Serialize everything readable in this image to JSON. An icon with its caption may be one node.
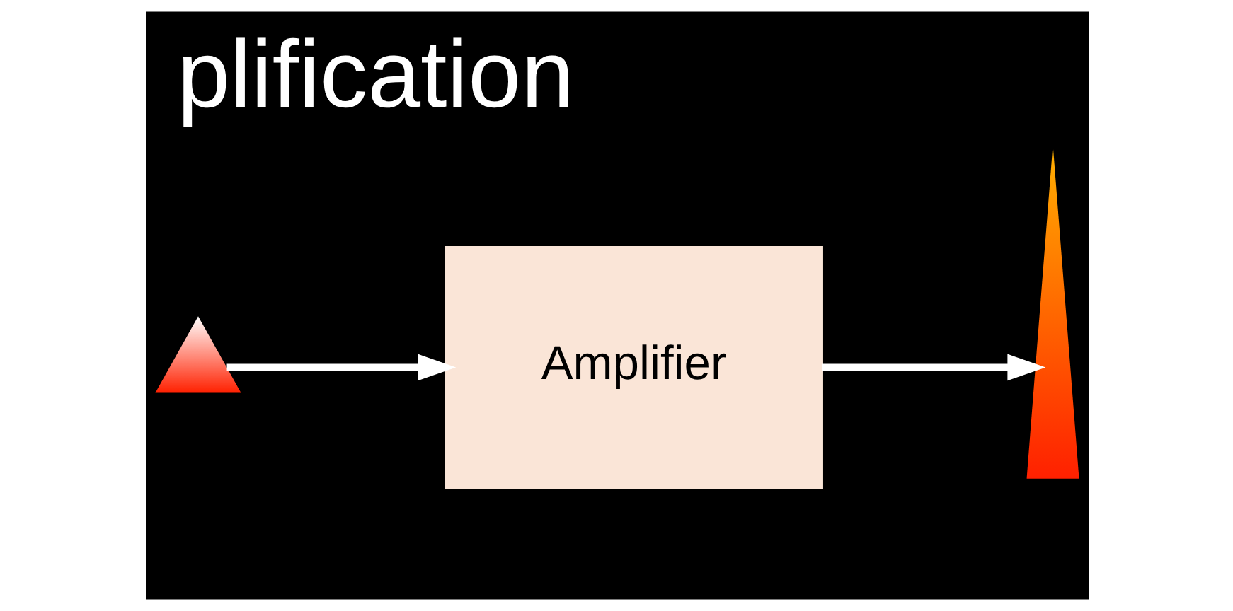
{
  "diagram": {
    "title": "plification",
    "nodes": [
      {
        "text": [],
        "shape": "picture"
      },
      {
        "text": [
          "Amplifier"
        ]
      },
      {
        "text": [],
        "shape": "picture"
      }
    ],
    "edges": [
      {
        "from": 0,
        "to": 1,
        "arrow": "to"
      },
      {
        "from": 1,
        "to": 2,
        "arrow": "to"
      }
    ]
  }
}
